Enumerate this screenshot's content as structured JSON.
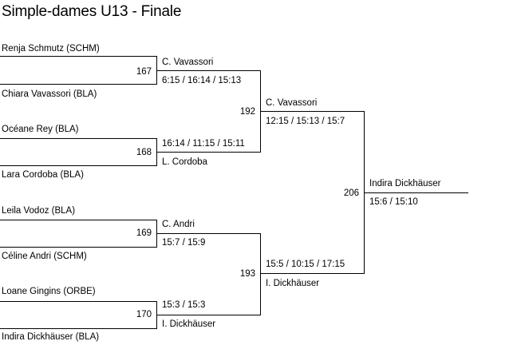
{
  "title": "Simple-dames U13 - Finale",
  "round1": [
    {
      "match_number": "167",
      "player_top": "Renja Schmutz (SCHM)",
      "player_bottom": "Chiara Vavassori (BLA)",
      "winner": "C. Vavassori",
      "score": "6:15 / 16:14 / 15:13"
    },
    {
      "match_number": "168",
      "player_top": "Océane Rey (BLA)",
      "player_bottom": "Lara Cordoba (BLA)",
      "winner": "L. Cordoba",
      "score": "16:14 / 11:15 / 15:11"
    },
    {
      "match_number": "169",
      "player_top": "Leila Vodoz (BLA)",
      "player_bottom": "Céline Andri (SCHM)",
      "winner": "C. Andri",
      "score": "15:7 / 15:9"
    },
    {
      "match_number": "170",
      "player_top": "Loane Gingins (ORBE)",
      "player_bottom": "Indira Dickhäuser (BLA)",
      "winner": "I. Dickhäuser",
      "score": "15:3 / 15:3"
    }
  ],
  "round2": [
    {
      "match_number": "192",
      "winner": "C. Vavassori",
      "score": "12:15 / 15:13 / 15:7"
    },
    {
      "match_number": "193",
      "winner": "I. Dickhäuser",
      "score": "15:5 / 10:15 / 17:15"
    }
  ],
  "final": {
    "match_number": "206",
    "winner": "Indira Dickhäuser",
    "score": "15:6 / 15:10"
  }
}
